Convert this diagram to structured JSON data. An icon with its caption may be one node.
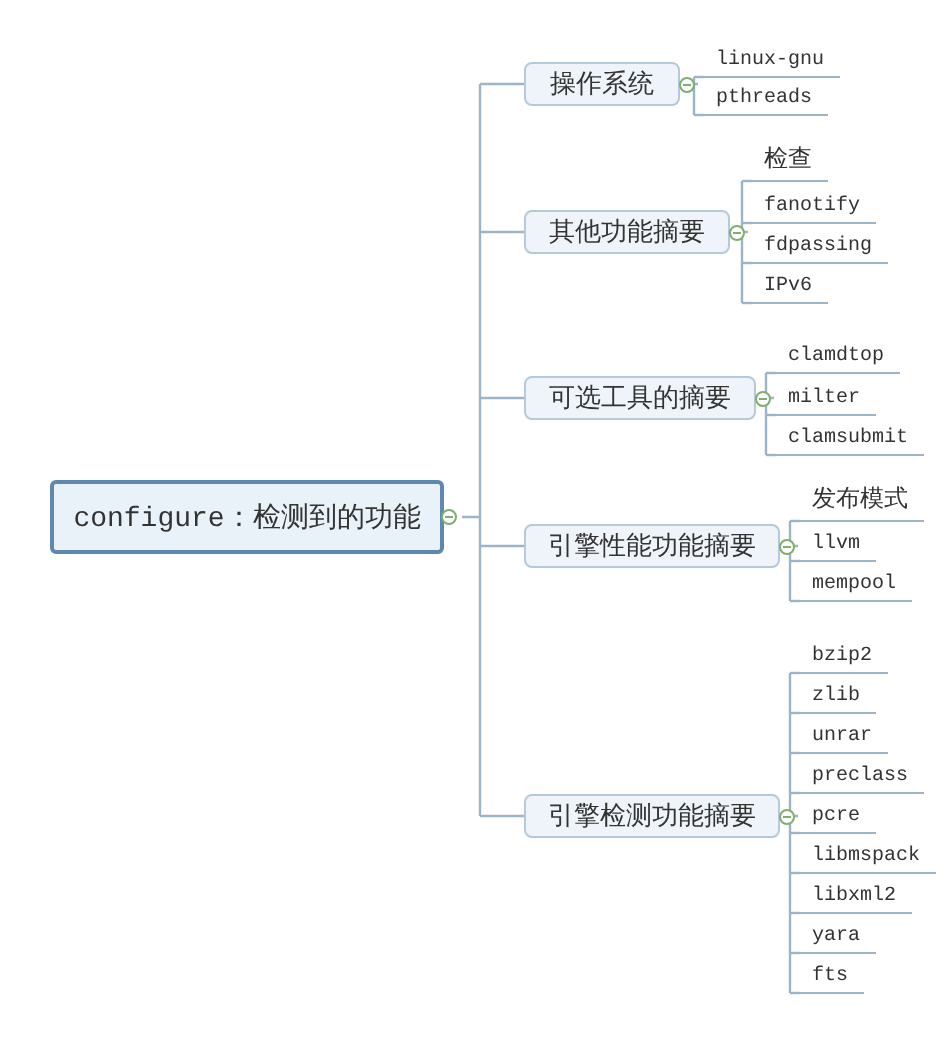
{
  "diagram": {
    "nodes": [
      {
        "text": [
          "configure：检测到的功能"
        ]
      },
      {
        "text": [
          "操作系统"
        ]
      },
      {
        "text": [
          "linux-gnu"
        ]
      },
      {
        "text": [
          "pthreads"
        ]
      },
      {
        "text": [
          "其他功能摘要"
        ]
      },
      {
        "text": [
          "检查"
        ]
      },
      {
        "text": [
          "fanotify"
        ]
      },
      {
        "text": [
          "fdpassing"
        ]
      },
      {
        "text": [
          "IPv6"
        ]
      },
      {
        "text": [
          "可选工具的摘要"
        ]
      },
      {
        "text": [
          "clamdtop"
        ]
      },
      {
        "text": [
          "milter"
        ]
      },
      {
        "text": [
          "clamsubmit"
        ]
      },
      {
        "text": [
          "引擎性能功能摘要"
        ]
      },
      {
        "text": [
          "发布模式"
        ]
      },
      {
        "text": [
          "llvm"
        ]
      },
      {
        "text": [
          "mempool"
        ]
      },
      {
        "text": [
          "引擎检测功能摘要"
        ]
      },
      {
        "text": [
          "bzip2"
        ]
      },
      {
        "text": [
          "zlib"
        ]
      },
      {
        "text": [
          "unrar"
        ]
      },
      {
        "text": [
          "preclass"
        ]
      },
      {
        "text": [
          "pcre"
        ]
      },
      {
        "text": [
          "libmspack"
        ]
      },
      {
        "text": [
          "libxml2"
        ]
      },
      {
        "text": [
          "yara"
        ]
      },
      {
        "text": [
          "fts"
        ]
      }
    ],
    "edges": [
      {
        "from": 0,
        "to": 1,
        "arrow": "none"
      },
      {
        "from": 1,
        "to": 2,
        "arrow": "none"
      },
      {
        "from": 1,
        "to": 3,
        "arrow": "none"
      },
      {
        "from": 0,
        "to": 4,
        "arrow": "none"
      },
      {
        "from": 4,
        "to": 5,
        "arrow": "none"
      },
      {
        "from": 4,
        "to": 6,
        "arrow": "none"
      },
      {
        "from": 4,
        "to": 7,
        "arrow": "none"
      },
      {
        "from": 4,
        "to": 8,
        "arrow": "none"
      },
      {
        "from": 0,
        "to": 9,
        "arrow": "none"
      },
      {
        "from": 9,
        "to": 10,
        "arrow": "none"
      },
      {
        "from": 9,
        "to": 11,
        "arrow": "none"
      },
      {
        "from": 9,
        "to": 12,
        "arrow": "none"
      },
      {
        "from": 0,
        "to": 13,
        "arrow": "none"
      },
      {
        "from": 13,
        "to": 14,
        "arrow": "none"
      },
      {
        "from": 13,
        "to": 15,
        "arrow": "none"
      },
      {
        "from": 13,
        "to": 16,
        "arrow": "none"
      },
      {
        "from": 0,
        "to": 17,
        "arrow": "none"
      },
      {
        "from": 17,
        "to": 18,
        "arrow": "none"
      },
      {
        "from": 17,
        "to": 19,
        "arrow": "none"
      },
      {
        "from": 17,
        "to": 20,
        "arrow": "none"
      },
      {
        "from": 17,
        "to": 21,
        "arrow": "none"
      },
      {
        "from": 17,
        "to": 22,
        "arrow": "none"
      },
      {
        "from": 17,
        "to": 23,
        "arrow": "none"
      },
      {
        "from": 17,
        "to": 24,
        "arrow": "none"
      },
      {
        "from": 17,
        "to": 25,
        "arrow": "none"
      },
      {
        "from": 17,
        "to": 26,
        "arrow": "none"
      }
    ]
  }
}
